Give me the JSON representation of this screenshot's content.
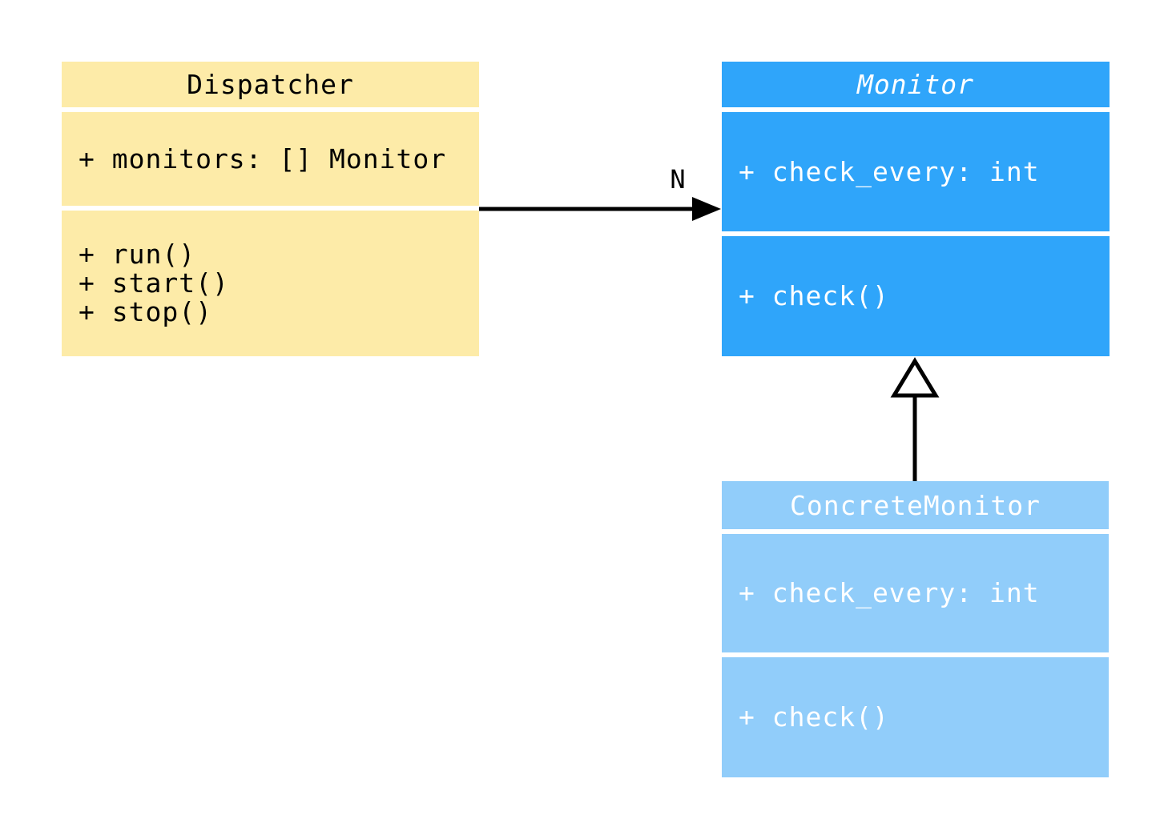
{
  "diagram": {
    "type": "uml-class-diagram",
    "background_color": "#ffffff",
    "line_color": "#000000",
    "classes": [
      {
        "name": "Dispatcher",
        "abstract": false,
        "fill_color": "#FDEBA8",
        "text_color": "#000000",
        "attributes": [
          "+ monitors: [] Monitor"
        ],
        "methods": [
          "+ run()",
          "+ start()",
          "+ stop()"
        ]
      },
      {
        "name": "Monitor",
        "abstract": true,
        "fill_color": "#2FA5FA",
        "text_color": "#FFFFFF",
        "attributes": [
          "+ check_every: int"
        ],
        "methods": [
          "+ check()"
        ]
      },
      {
        "name": "ConcreteMonitor",
        "abstract": false,
        "fill_color": "#91CDFA",
        "text_color": "#FFFFFF",
        "attributes": [
          "+ check_every: int"
        ],
        "methods": [
          "+ check()"
        ]
      }
    ],
    "relations": [
      {
        "type": "association",
        "from": "Dispatcher",
        "to": "Monitor",
        "label": "N",
        "arrowhead": "filled-arrow"
      },
      {
        "type": "inheritance",
        "from": "ConcreteMonitor",
        "to": "Monitor",
        "label": "",
        "arrowhead": "hollow-triangle"
      }
    ]
  }
}
